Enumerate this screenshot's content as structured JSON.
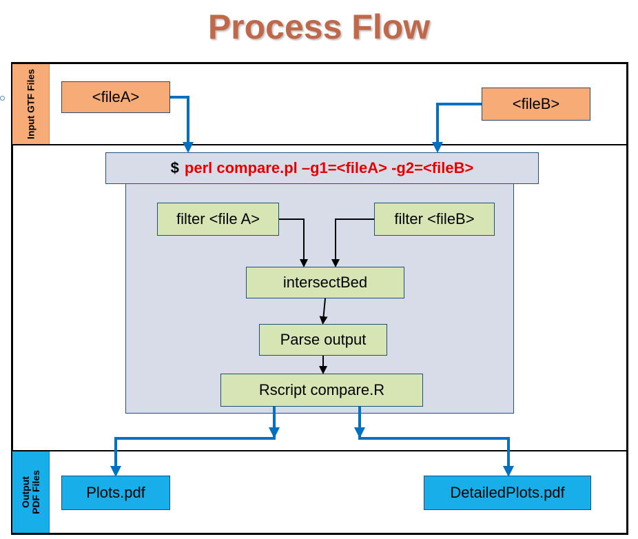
{
  "title": "Process Flow",
  "lanes": {
    "input": "Input GTF Files",
    "output_line1": "Output",
    "output_line2": "PDF Files"
  },
  "inputs": {
    "file_a": "<fileA>",
    "file_b": "<fileB>"
  },
  "command": {
    "prompt": "$",
    "text": "perl compare.pl –g1=<fileA> -g2=<fileB>"
  },
  "steps": {
    "filter_a": "filter <file A>",
    "filter_b": "filter <fileB>",
    "intersect": "intersectBed",
    "parse": "Parse output",
    "rscript": "Rscript compare.R"
  },
  "outputs": {
    "plots": "Plots.pdf",
    "detailed": "DetailedPlots.pdf"
  },
  "colors": {
    "title": "#c0684a",
    "input_box": "#f7ab77",
    "process_panel": "#d7dce8",
    "step_box": "#d7e4b4",
    "output_box": "#17aee9",
    "command_text": "#e60000",
    "big_arrow": "#0070c0"
  }
}
